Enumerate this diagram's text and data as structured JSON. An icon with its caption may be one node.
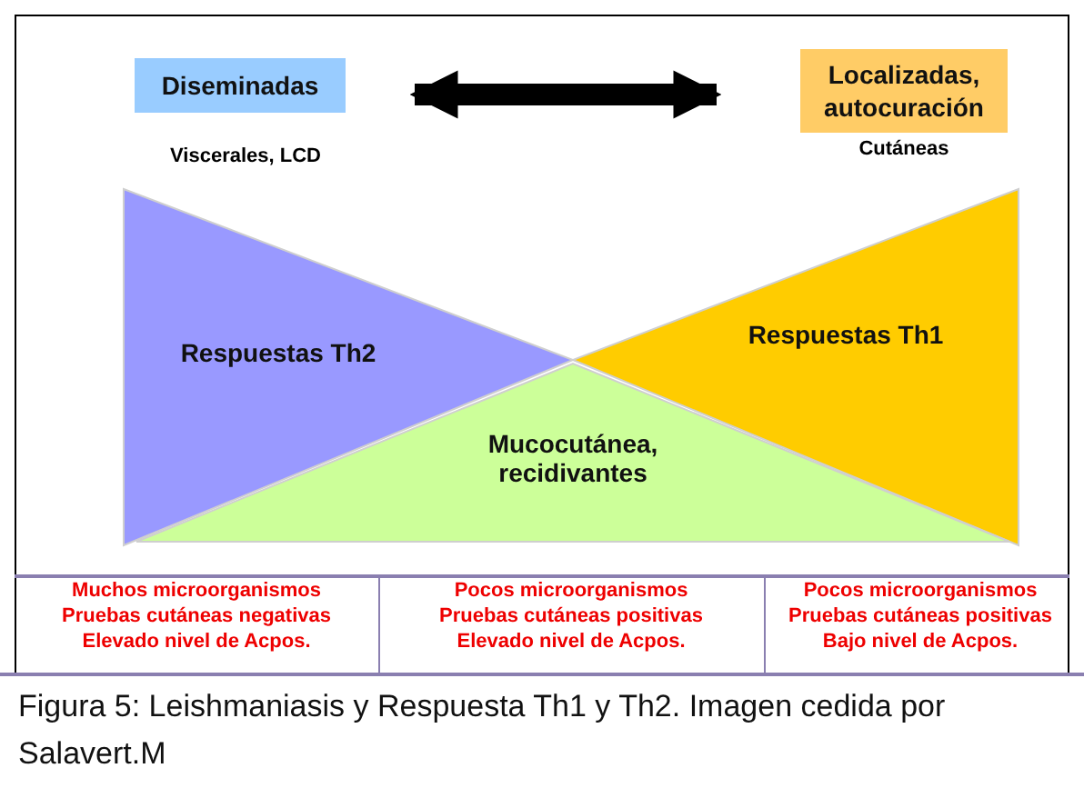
{
  "diagram": {
    "caption": "Figura 5: Leishmaniasis y Respuesta Th1 y Th2. Imagen cedida por Salavert.M",
    "nodes": [
      {
        "text": [
          "Diseminadas"
        ],
        "beside": [
          "Viscerales, LCD"
        ]
      },
      {
        "text": [
          "Localizadas, autocuración"
        ],
        "beside": [
          "Cutáneas"
        ]
      },
      {
        "text": [
          "Respuestas Th2"
        ]
      },
      {
        "text": [
          "Respuestas Th1"
        ]
      },
      {
        "text": [
          "Mucocutánea, recidivantes"
        ]
      }
    ],
    "edges": [
      {
        "from": 0,
        "to": 1,
        "arrow": "both"
      }
    ],
    "labels": [
      "Muchos microorganismos Pruebas cutáneas negativas Elevado nivel de Acpos.",
      "Pocos microorganismos Pruebas cutáneas positivas Elevado nivel de Acpos.",
      "Pocos microorganismos Pruebas cutáneas positivas Bajo nivel de Acpos."
    ]
  }
}
